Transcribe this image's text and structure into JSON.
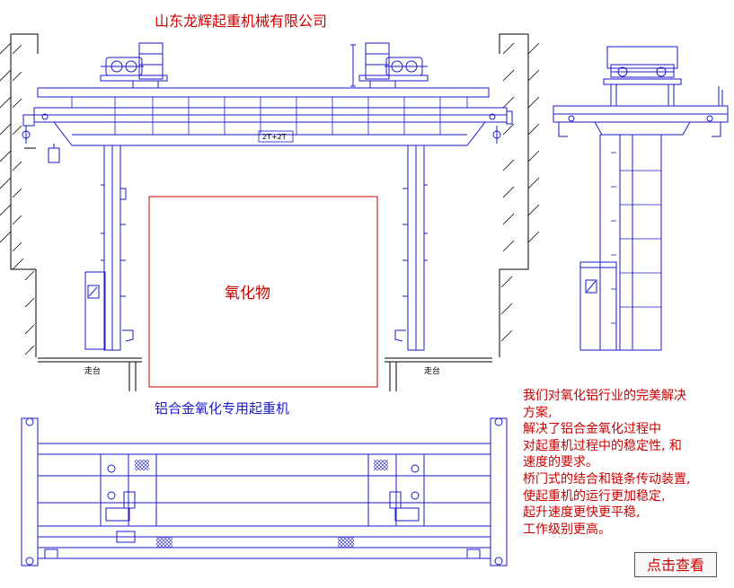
{
  "company_name": "山东龙辉起重机械有限公司",
  "drawing_title": "铝合金氧化专用起重机",
  "oxide_label": "氧化物",
  "load_label": "2T+2T",
  "walkway_left": "走台",
  "walkway_right": "走台",
  "description": [
    "我们对氧化铝行业的完美解决",
    "方案,",
    "解决了铝合金氧化过程中",
    "对起重机过程中的稳定性, 和",
    "速度的要求。",
    "桥门式的结合和链条传动装置,",
    "使起重机的运行更加稳定,",
    "起升速度更快更平稳,",
    "工作级别更高。"
  ],
  "view_button": "点击查看",
  "colors": {
    "line": "#1a1acc",
    "text_red": "#cc0000",
    "hatch": "#000000"
  }
}
